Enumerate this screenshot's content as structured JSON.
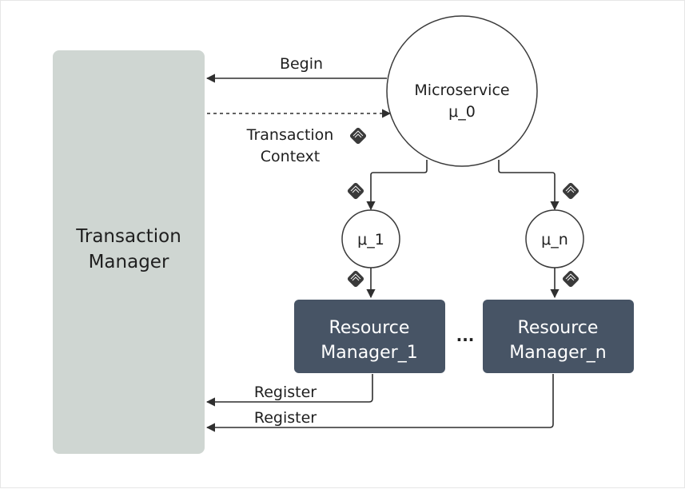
{
  "diagram": {
    "transaction_manager": {
      "line1": "Transaction",
      "line2": "Manager"
    },
    "microservice": {
      "line1": "Microservice",
      "line2": "μ_0"
    },
    "child_1": {
      "label": "μ_1"
    },
    "child_n": {
      "label": "μ_n"
    },
    "resource_manager_1": {
      "line1": "Resource",
      "line2": "Manager_1"
    },
    "resource_manager_n": {
      "line1": "Resource",
      "line2": "Manager_n"
    },
    "ellipsis": "...",
    "edges": {
      "begin": "Begin",
      "transaction_context": {
        "line1": "Transaction",
        "line2": "Context"
      },
      "register_1": "Register",
      "register_n": "Register"
    },
    "icons": {
      "context_token": "transaction-context-token-icon"
    },
    "colors": {
      "transaction_manager_fill": "#cfd6d2",
      "resource_manager_fill": "#475465",
      "line": "#2f2f2f"
    }
  }
}
